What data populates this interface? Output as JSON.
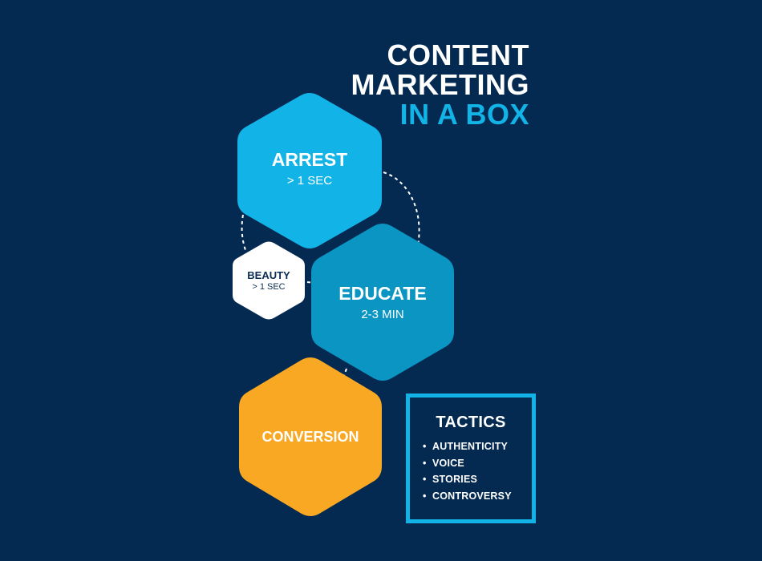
{
  "title": {
    "line1": "CONTENT",
    "line2": "MARKETING",
    "line3": "IN A BOX"
  },
  "stages": {
    "arrest": {
      "label": "ARREST",
      "sub": "> 1 SEC"
    },
    "beauty": {
      "label": "BEAUTY",
      "sub": "> 1 SEC"
    },
    "educate": {
      "label": "EDUCATE",
      "sub": "2-3 MIN"
    },
    "conversion": {
      "label": "CONVERSION"
    }
  },
  "tactics": {
    "title": "TACTICS",
    "items": [
      "AUTHENTICITY",
      "VOICE",
      "STORIES",
      "CONTROVERSY"
    ]
  },
  "colors": {
    "background": "#042a52",
    "arrest": "#12b3e6",
    "educate": "#0a95c3",
    "beauty": "#ffffff",
    "conversion": "#f8a823",
    "accent": "#12b3e6"
  }
}
